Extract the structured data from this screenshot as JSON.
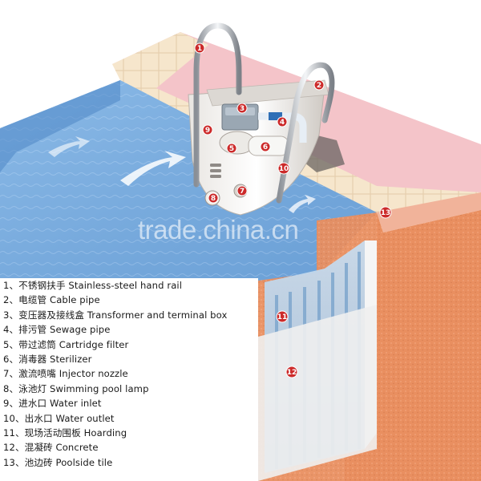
{
  "watermark": "trade.china.cn",
  "colors": {
    "pool_water": "#6fa4d8",
    "pool_water_light": "#a9cdf0",
    "concrete": "#e89063",
    "poolside_tile": "#f4e0c4",
    "deck_pink": "#f3c2c8",
    "callout_fill": "#cc2a2a"
  },
  "legend": {
    "items": [
      "1、不锈钢扶手 Stainless-steel hand rail",
      "2、电缆管  Cable  pipe",
      "3、变压器及接线盒  Transformer and terminal box",
      "4、排污管 Sewage pipe",
      "5、带过滤筒  Cartridge filter",
      "6、消毒器   Sterilizer",
      "7、激流喷嘴   Injector nozzle",
      "8、泳池灯 Swimming pool lamp",
      "9、进水口  Water inlet",
      "10、出水口   Water outlet",
      "11、现场活动围板  Hoarding",
      "12、混凝砖  Concrete",
      "13、池边砖  Poolside tile"
    ]
  },
  "callouts": [
    "1",
    "2",
    "3",
    "4",
    "5",
    "6",
    "7",
    "8",
    "9",
    "10",
    "11",
    "12",
    "13"
  ]
}
